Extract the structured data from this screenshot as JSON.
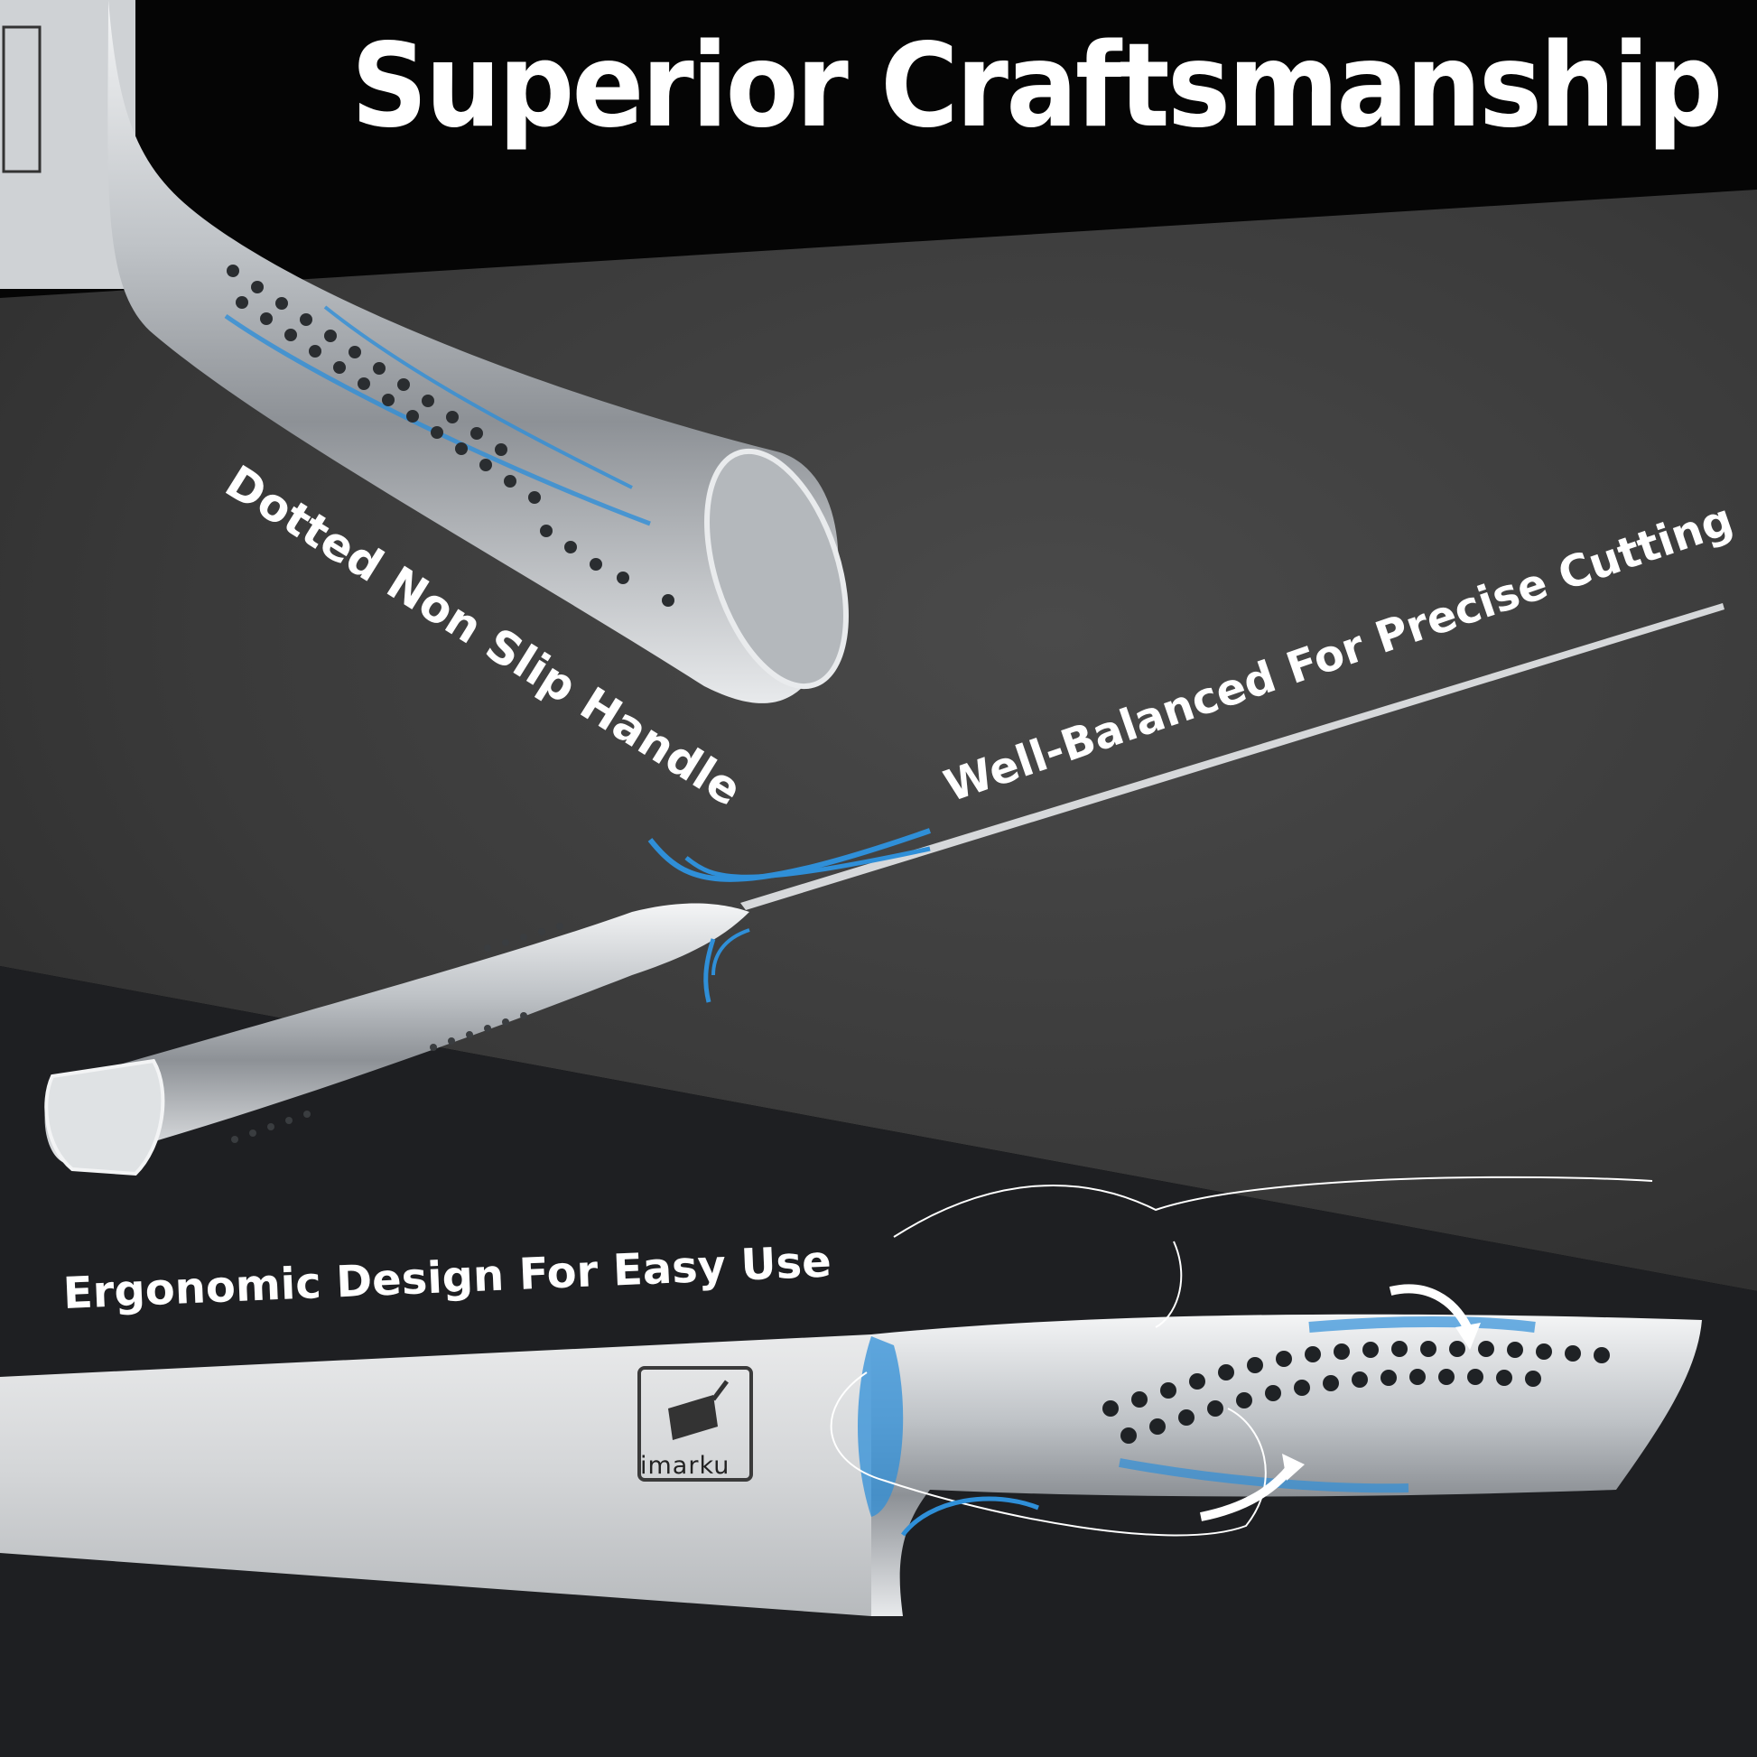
{
  "headline": "Superior Craftsmanship",
  "callouts": {
    "handle": "Dotted Non Slip Handle",
    "balance": "Well-Balanced For Precise Cutting",
    "ergonomic": "Ergonomic Design For Easy Use"
  },
  "brand": "imarku",
  "colors": {
    "background_top": "#050505",
    "stone": "#3d3d3d",
    "background_bottom": "#1e1f22",
    "accent_blue": "#2f8fd8",
    "text": "#ffffff"
  }
}
